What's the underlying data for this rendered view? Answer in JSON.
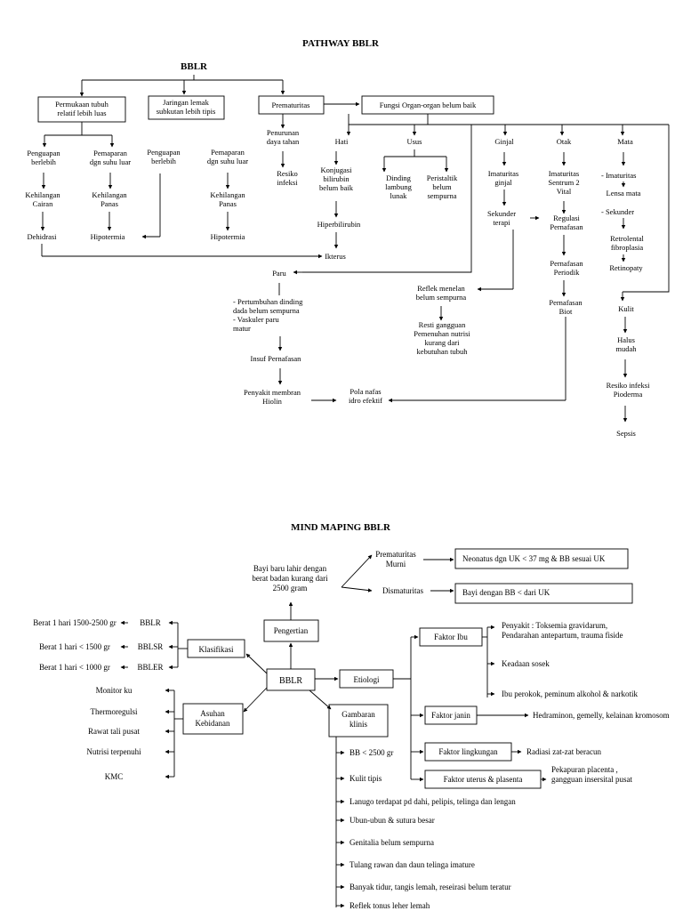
{
  "pathway": {
    "title": "PATHWAY BBLR",
    "root": "BBLR",
    "nodes": {
      "permukaan": [
        "Permukaan tubuh",
        "relatif  lebih luas"
      ],
      "jaringan": [
        "Jaringan lemak",
        "subkutan lebih tipis"
      ],
      "prematuritas": [
        "Prematuritas"
      ],
      "fungsi": [
        "Fungsi Organ-organ belum baik"
      ],
      "penguapan1": [
        "Penguapan",
        "berlebih"
      ],
      "pemaparan1": [
        "Pemaparan",
        "dgn suhu luar"
      ],
      "penguapan2": [
        "Penguapan",
        "berlebih"
      ],
      "pemaparan2": [
        "Pemaparan",
        "dgn suhu luar"
      ],
      "kehilangan_cairan": [
        "Kehilangan",
        "Cairan"
      ],
      "kehilangan_panas1": [
        "Kehilangan",
        "Panas"
      ],
      "kehilangan_panas2": [
        "Kehilangan",
        "Panas"
      ],
      "dehidrasi": [
        "Dehidrasi"
      ],
      "hipotermia1": [
        "Hipotermia"
      ],
      "hipotermia2": [
        "Hipotermia"
      ],
      "penurunan": [
        "Penurunan",
        "daya tahan"
      ],
      "resiko_infeksi": [
        "Resiko",
        "infeksi"
      ],
      "hati": [
        "Hati"
      ],
      "usus": [
        "Usus"
      ],
      "konjugasi": [
        "Konjugasi",
        "bilirubin",
        "belum baik"
      ],
      "hiperbilirubin": [
        "Hiperbilirubin"
      ],
      "ikterus": [
        "Ikterus"
      ],
      "dinding": [
        "Dinding",
        "lambung",
        "lunak"
      ],
      "peristaltik": [
        "Peristaltik",
        "belum",
        "sempurna"
      ],
      "ginjal": [
        "Ginjal"
      ],
      "imaturitas_ginjal": [
        "Imaturitas",
        "ginjal"
      ],
      "sekunder": [
        "Sekunder",
        "terapi"
      ],
      "otak": [
        "Otak"
      ],
      "imaturitas_sentrum": [
        "Imaturitas",
        "Sentrum 2",
        "Vital"
      ],
      "regulasi": [
        "Regulasi",
        "Pernafasan"
      ],
      "pernafasan_periodik": [
        "Pernafasan",
        "Periodik"
      ],
      "pernafasan_biot": [
        "Pernafasan",
        "Biot"
      ],
      "mata": [
        "Mata"
      ],
      "imaturitas_mata": [
        "- Imaturitas"
      ],
      "lensa": [
        "Lensa mata"
      ],
      "sekunder_mata": [
        "- Sekunder"
      ],
      "retrolental": [
        "Retrolental",
        "fibroplasia"
      ],
      "retinopaty": [
        "Retinopaty"
      ],
      "kulit": [
        "Kulit"
      ],
      "halus": [
        "Halus",
        "mudah"
      ],
      "resiko_pioderma": [
        "Resiko infeksi",
        "Pioderma"
      ],
      "sepsis": [
        "Sepsis"
      ],
      "paru": [
        "Paru"
      ],
      "paru_list": [
        "- Pertumbuhan dinding",
        "dada belum sempurna",
        "- Vaskuler paru",
        "matur"
      ],
      "insuf": [
        "Insuf Pernafasan"
      ],
      "penyakit_membran": [
        "Penyakit membran",
        "Hiolin"
      ],
      "pola_nafas": [
        "Pola nafas",
        "idro efektif"
      ],
      "reflek": [
        "Reflek menelan",
        "belum sempurna"
      ],
      "resti": [
        "Resti gangguan",
        "Pemenuhan nutrisi",
        "kurang dari",
        "kebutuhan tubuh"
      ]
    }
  },
  "mindmap": {
    "title": "MIND MAPING BBLR",
    "center": "BBLR",
    "pengertian": {
      "label": "Pengertian",
      "definition": [
        "Bayi baru lahir dengan",
        "berat badan kurang dari",
        "2500 gram"
      ],
      "prematuritas": [
        "Prematuritas",
        "Murni"
      ],
      "prematuritas_desc": "Neonatus dgn UK < 37 mg & BB sesuai UK",
      "dismaturitas": "Dismaturitas",
      "dismaturitas_desc": "Bayi dengan BB < dari UK"
    },
    "klasifikasi": {
      "label": "Klasifikasi",
      "items": [
        {
          "name": "BBLR",
          "desc": "Berat 1 hari 1500-2500 gr"
        },
        {
          "name": "BBLSR",
          "desc": "Berat 1 hari < 1500 gr"
        },
        {
          "name": "BBLER",
          "desc": "Berat 1 hari < 1000 gr"
        }
      ]
    },
    "asuhan": {
      "label": [
        "Asuhan",
        "Kebidanan"
      ],
      "items": [
        "Monitor ku",
        "Thermoregulsi",
        "Rawat tali pusat",
        "Nutrisi terpenuhi",
        "KMC"
      ]
    },
    "etiologi": {
      "label": "Etiologi",
      "faktors": [
        {
          "name": "Faktor Ibu",
          "items": [
            [
              "Penyakit : Toksemia gravidarum,",
              "Pendarahan antepartum, trauma fiside"
            ],
            [
              "Keadaan sosek"
            ],
            [
              "Ibu perokok, peminum alkohol &  narkotik"
            ]
          ]
        },
        {
          "name": "Faktor janin",
          "items": [
            [
              "Hedraminon, gemelly, kelainan kromosom"
            ]
          ]
        },
        {
          "name": "Faktor lingkungan",
          "items": [
            [
              "Radiasi zat-zat beracun"
            ]
          ]
        },
        {
          "name": "Faktor  uterus & plasenta",
          "items": [
            [
              "Pekapuran placenta ,",
              "gangguan insersital pusat"
            ]
          ]
        }
      ]
    },
    "gambaran": {
      "label": [
        "Gambaran",
        "klinis"
      ],
      "items": [
        "BB < 2500 gr",
        "Kulit tipis",
        "Lanugo terdapat pd dahi, pelipis, telinga dan lengan",
        "Ubun-ubun & sutura besar",
        "Genitalia belum sempurna",
        "Tulang  rawan  dan daun telinga imature",
        "Banyak tidur, tangis lemah, reseirasi belum teratur",
        "Reflek tonus leher lemah"
      ]
    }
  }
}
